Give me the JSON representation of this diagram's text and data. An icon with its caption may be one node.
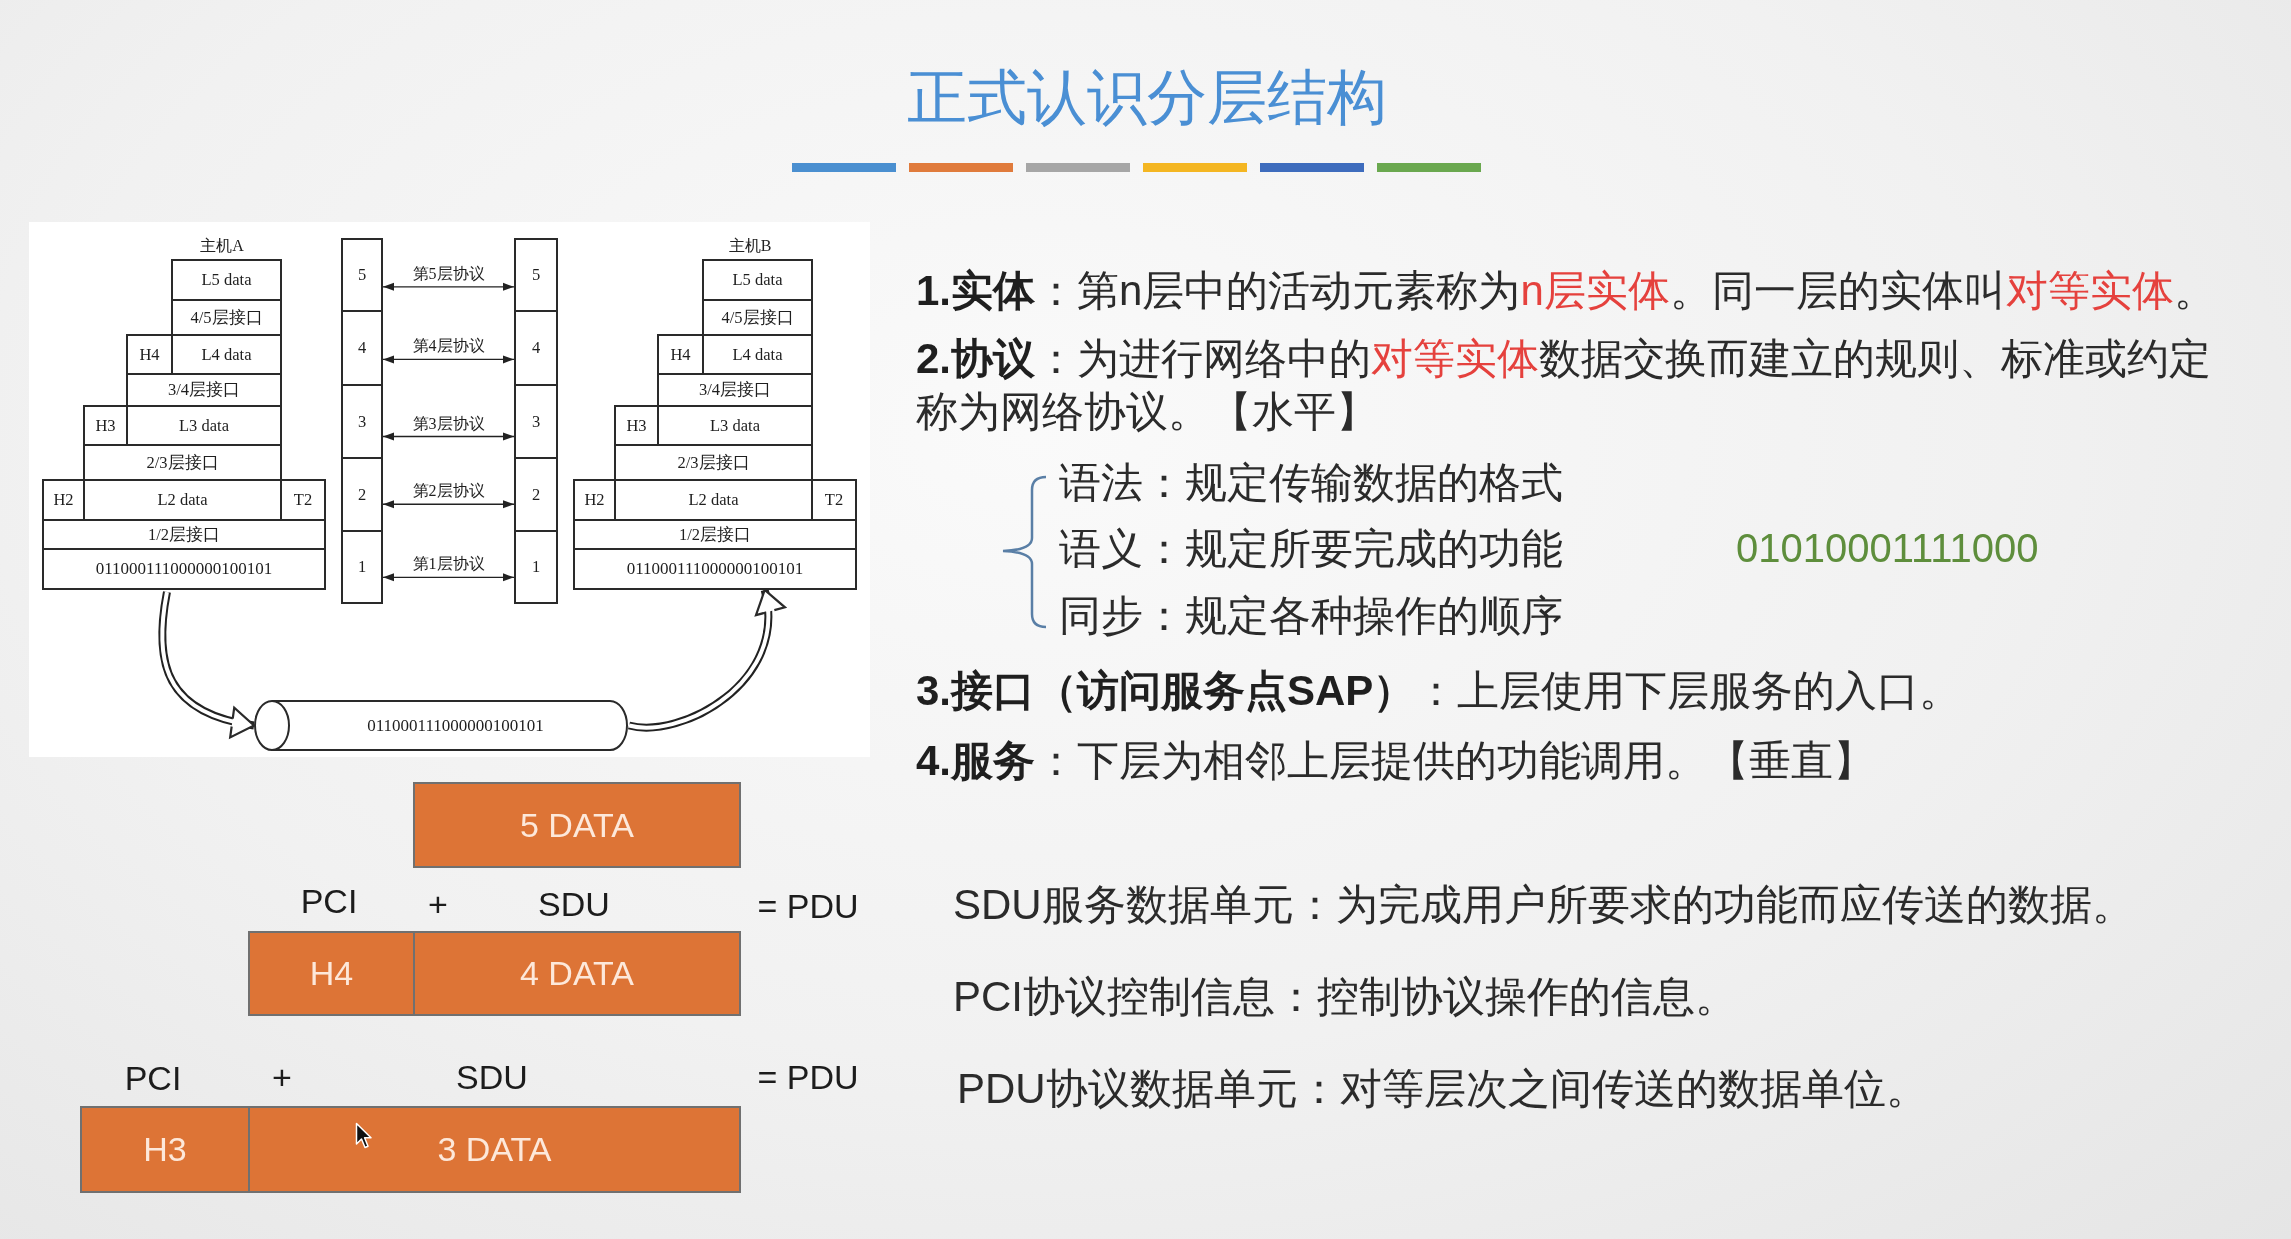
{
  "diagram": {
    "title": "正式认识分层结构",
    "nodes": [
      {
        "text": [
          "L5 data"
        ]
      },
      {
        "text": [
          "4/5层接口"
        ]
      },
      {
        "text": [
          "H4"
        ]
      },
      {
        "text": [
          "L4 data"
        ]
      },
      {
        "text": [
          "3/4层接口"
        ]
      },
      {
        "text": [
          "H3"
        ]
      },
      {
        "text": [
          "L3 data"
        ]
      },
      {
        "text": [
          "2/3层接口"
        ]
      },
      {
        "text": [
          "H2"
        ]
      },
      {
        "text": [
          "L2 data"
        ]
      },
      {
        "text": [
          "T2"
        ]
      },
      {
        "text": [
          "1/2层接口"
        ]
      },
      {
        "text": [
          "011000111000000100101"
        ]
      },
      {
        "text": [
          "5"
        ]
      },
      {
        "text": [
          "4"
        ]
      },
      {
        "text": [
          "3"
        ]
      },
      {
        "text": [
          "2"
        ]
      },
      {
        "text": [
          "1"
        ]
      },
      {
        "text": [
          "5"
        ]
      },
      {
        "text": [
          "4"
        ]
      },
      {
        "text": [
          "3"
        ]
      },
      {
        "text": [
          "2"
        ]
      },
      {
        "text": [
          "1"
        ]
      },
      {
        "text": [
          "L5 data"
        ]
      },
      {
        "text": [
          "4/5层接口"
        ]
      },
      {
        "text": [
          "H4"
        ]
      },
      {
        "text": [
          "L4 data"
        ]
      },
      {
        "text": [
          "3/4层接口"
        ]
      },
      {
        "text": [
          "H3"
        ]
      },
      {
        "text": [
          "L3 data"
        ]
      },
      {
        "text": [
          "2/3层接口"
        ]
      },
      {
        "text": [
          "H2"
        ]
      },
      {
        "text": [
          "L2 data"
        ]
      },
      {
        "text": [
          "T2"
        ]
      },
      {
        "text": [
          "1/2层接口"
        ]
      },
      {
        "text": [
          "011000111000000100101"
        ]
      },
      {
        "text": [
          "011000111000000100101"
        ]
      },
      {
        "text": [
          "5 DATA"
        ]
      },
      {
        "text": [
          "H4"
        ]
      },
      {
        "text": [
          "4 DATA"
        ]
      },
      {
        "text": [
          "H3"
        ]
      },
      {
        "text": [
          "3 DATA"
        ]
      }
    ],
    "edges": [
      {
        "from": 13,
        "to": 18,
        "arrow": "both",
        "label": "第5层协议"
      },
      {
        "from": 14,
        "to": 19,
        "arrow": "both",
        "label": "第4层协议"
      },
      {
        "from": 15,
        "to": 20,
        "arrow": "both",
        "label": "第3层协议"
      },
      {
        "from": 16,
        "to": 21,
        "arrow": "both",
        "label": "第2层协议"
      },
      {
        "from": 17,
        "to": 22,
        "arrow": "both",
        "label": "第1层协议"
      },
      {
        "from": 12,
        "to": 36,
        "arrow": "to",
        "style": "thick"
      },
      {
        "from": 36,
        "to": 35,
        "arrow": "to",
        "style": "thick"
      }
    ],
    "labels": [
      "主机A",
      "主机B",
      "**1.实体**：第n层中的活动元素称为n层实体。同一层的实体叫对等实体。",
      "**2.协议**：为进行网络中的对等实体数据交换而建立的规则、标准或约定称为网络协议。【水平】",
      "语法：规定传输数据的格式",
      "语义：规定所要完成的功能",
      "01010001111000",
      "同步：规定各种操作的顺序",
      "**3.接口（访问服务点SAP）**：上层使用下层服务的入口。",
      "**4.服务**：下层为相邻上层提供的功能调用。【垂直】",
      "PCI",
      "+",
      "SDU",
      "= PDU",
      "SDU服务数据单元：为完成用户所要求的功能而应传送的数据。",
      "PCI协议控制信息：控制协议操作的信息。",
      "PCI",
      "+",
      "SDU",
      "= PDU",
      "PDU协议数据单元：对等层次之间传送的数据单位。"
    ]
  }
}
